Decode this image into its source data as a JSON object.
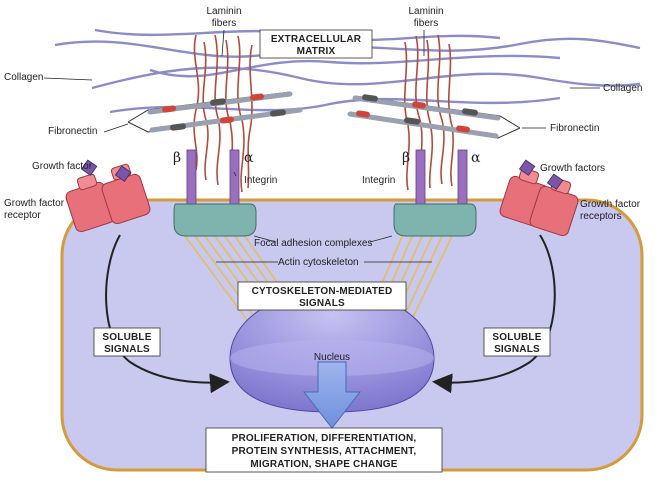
{
  "labels": {
    "extracellular_matrix": [
      "EXTRACELLULAR",
      "MATRIX"
    ],
    "laminin_left": [
      "Laminin",
      "fibers"
    ],
    "laminin_right": [
      "Laminin",
      "fibers"
    ],
    "collagen_left": "Collagen",
    "collagen_right": "Collagen",
    "fibronectin_left": "Fibronectin",
    "fibronectin_right": "Fibronectin",
    "beta_left": "β",
    "alpha_left": "α",
    "beta_right": "β",
    "alpha_right": "α",
    "integrin_left": "Integrin",
    "integrin_right": "Integrin",
    "growth_factor": "Growth factor",
    "growth_factor_receptor": [
      "Growth factor",
      "receptor"
    ],
    "growth_factors": "Growth factors",
    "growth_factor_receptors": [
      "Growth factor",
      "receptors"
    ],
    "focal_adhesion": "Focal adhesion complexes",
    "actin": "Actin cytoskeleton",
    "cytoskeleton_signals": [
      "CYTOSKELETON-MEDIATED",
      "SIGNALS"
    ],
    "soluble_left": [
      "SOLUBLE",
      "SIGNALS"
    ],
    "soluble_right": [
      "SOLUBLE",
      "SIGNALS"
    ],
    "nucleus": "Nucleus",
    "outcome": [
      "PROLIFERATION, DIFFERENTIATION,",
      "PROTEIN SYNTHESIS, ATTACHMENT,",
      "MIGRATION, SHAPE CHANGE"
    ]
  },
  "colors": {
    "cell_fill": "#c9c8ee",
    "cell_border": "#d59a3a",
    "collagen": "#8c8cc8",
    "laminin": "#b54a3a",
    "integrin": "#9a6fc0",
    "focal_adhesion": "#7fb3ad",
    "actin": "#e0c060",
    "receptor": "#e8707a",
    "growth_factor": "#7a55a8",
    "nucleus": "#8e88d8",
    "arrow": "#7f9ee0"
  }
}
